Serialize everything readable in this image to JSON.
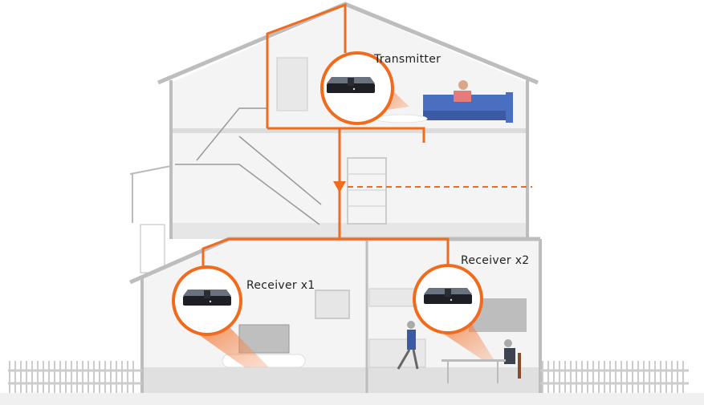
{
  "labels": {
    "transmitter": "Transmitter",
    "receiver1": "Receiver x1",
    "receiver2": "Receiver x2"
  },
  "colors": {
    "accent": "#f26a1b",
    "wall": "#b8b8b8",
    "floor": "#e2e2e2",
    "interior": "#f4f4f4",
    "sofa": "#4a6fc0"
  }
}
